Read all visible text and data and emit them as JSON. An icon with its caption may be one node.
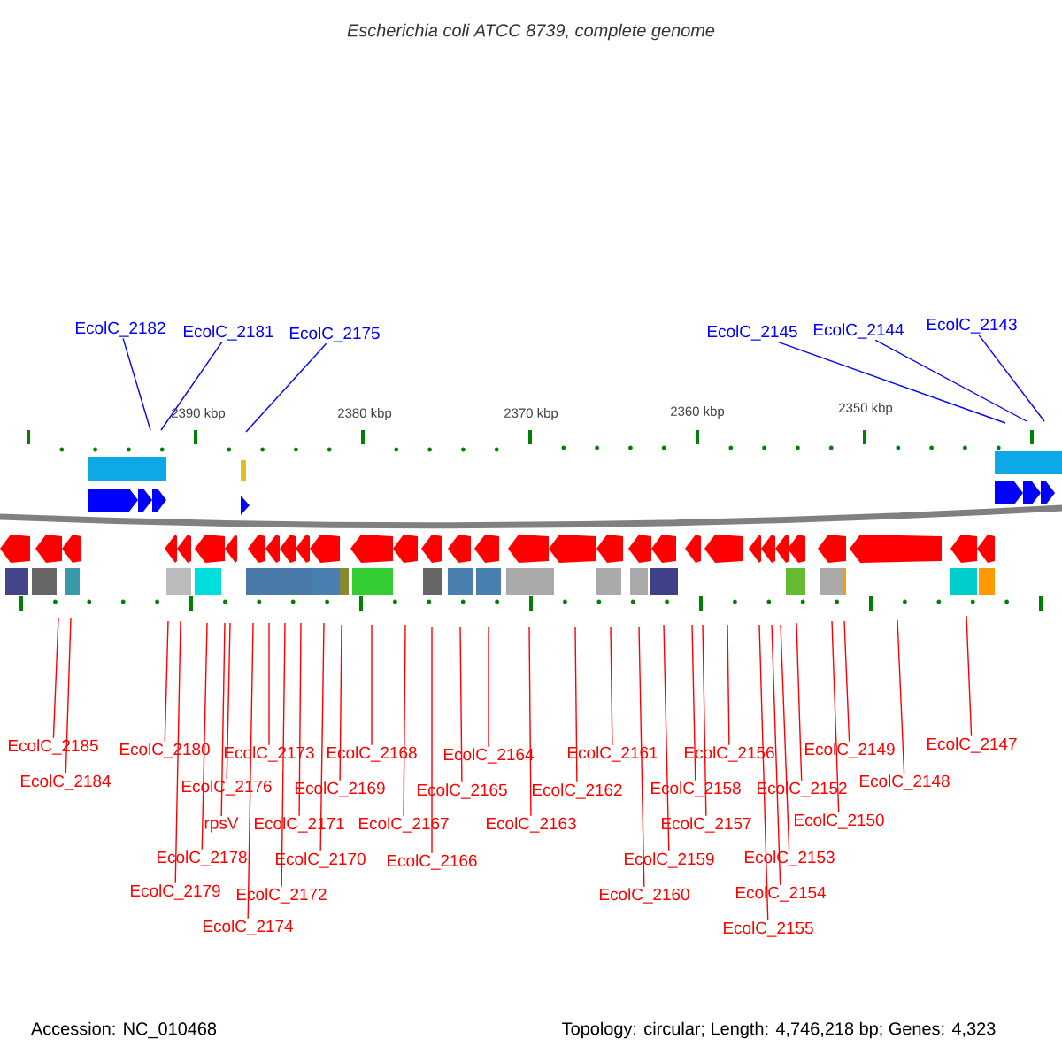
{
  "diagram": {
    "title": "Escherichia coli ATCC 8739, complete genome",
    "nodes": [
      {
        "text": [
          "EcolC_2182"
        ]
      },
      {
        "text": [
          "EcolC_2181"
        ]
      },
      {
        "text": [
          "EcolC_2175"
        ]
      },
      {
        "text": [
          "EcolC_2145"
        ]
      },
      {
        "text": [
          "EcolC_2144"
        ]
      },
      {
        "text": [
          "EcolC_2143"
        ]
      },
      {
        "text": [
          "EcolC_2185"
        ]
      },
      {
        "text": [
          "EcolC_2184"
        ]
      },
      {
        "text": [
          "EcolC_2180"
        ]
      },
      {
        "text": [
          "EcolC_2179"
        ]
      },
      {
        "text": [
          "EcolC_2178"
        ]
      },
      {
        "text": [
          "rpsV"
        ]
      },
      {
        "text": [
          "EcolC_2176"
        ]
      },
      {
        "text": [
          "EcolC_2174"
        ]
      },
      {
        "text": [
          "EcolC_2173"
        ]
      },
      {
        "text": [
          "EcolC_2172"
        ]
      },
      {
        "text": [
          "EcolC_2171"
        ]
      },
      {
        "text": [
          "EcolC_2170"
        ]
      },
      {
        "text": [
          "EcolC_2169"
        ]
      },
      {
        "text": [
          "EcolC_2168"
        ]
      },
      {
        "text": [
          "EcolC_2167"
        ]
      },
      {
        "text": [
          "EcolC_2166"
        ]
      },
      {
        "text": [
          "EcolC_2165"
        ]
      },
      {
        "text": [
          "EcolC_2164"
        ]
      },
      {
        "text": [
          "EcolC_2163"
        ]
      },
      {
        "text": [
          "EcolC_2162"
        ]
      },
      {
        "text": [
          "EcolC_2161"
        ]
      },
      {
        "text": [
          "EcolC_2160"
        ]
      },
      {
        "text": [
          "EcolC_2159"
        ]
      },
      {
        "text": [
          "EcolC_2158"
        ]
      },
      {
        "text": [
          "EcolC_2157"
        ]
      },
      {
        "text": [
          "EcolC_2156"
        ]
      },
      {
        "text": [
          "EcolC_2155"
        ]
      },
      {
        "text": [
          "EcolC_2154"
        ]
      },
      {
        "text": [
          "EcolC_2153"
        ]
      },
      {
        "text": [
          "EcolC_2152"
        ]
      },
      {
        "text": [
          "EcolC_2150"
        ]
      },
      {
        "text": [
          "EcolC_2149"
        ]
      },
      {
        "text": [
          "EcolC_2148"
        ]
      },
      {
        "text": [
          "EcolC_2147"
        ]
      }
    ],
    "edges": [
      {
        "from": 0,
        "to": null,
        "arrow": "none",
        "color": "#0000ff"
      },
      {
        "from": 1,
        "to": null,
        "arrow": "none",
        "color": "#0000ff"
      },
      {
        "from": 2,
        "to": null,
        "arrow": "none",
        "color": "#0000ff"
      },
      {
        "from": 3,
        "to": null,
        "arrow": "none",
        "color": "#0000ff"
      },
      {
        "from": 4,
        "to": null,
        "arrow": "none",
        "color": "#0000ff"
      },
      {
        "from": 5,
        "to": null,
        "arrow": "none",
        "color": "#0000ff"
      },
      {
        "from": 6,
        "to": null,
        "arrow": "none"
      },
      {
        "from": 7,
        "to": null,
        "arrow": "none"
      },
      {
        "from": 8,
        "to": null,
        "arrow": "none"
      },
      {
        "from": 9,
        "to": null,
        "arrow": "none"
      },
      {
        "from": 10,
        "to": null,
        "arrow": "none"
      },
      {
        "from": 11,
        "to": null,
        "arrow": "none"
      },
      {
        "from": 12,
        "to": null,
        "arrow": "none"
      },
      {
        "from": 13,
        "to": null,
        "arrow": "none"
      },
      {
        "from": 14,
        "to": null,
        "arrow": "none"
      },
      {
        "from": 15,
        "to": null,
        "arrow": "none"
      },
      {
        "from": 16,
        "to": null,
        "arrow": "none"
      },
      {
        "from": 17,
        "to": null,
        "arrow": "none"
      },
      {
        "from": 18,
        "to": null,
        "arrow": "none"
      },
      {
        "from": 19,
        "to": null,
        "arrow": "none"
      },
      {
        "from": 20,
        "to": null,
        "arrow": "none"
      },
      {
        "from": 21,
        "to": null,
        "arrow": "none"
      },
      {
        "from": 22,
        "to": null,
        "arrow": "none"
      },
      {
        "from": 23,
        "to": null,
        "arrow": "none"
      },
      {
        "from": 24,
        "to": null,
        "arrow": "none"
      },
      {
        "from": 25,
        "to": null,
        "arrow": "none"
      },
      {
        "from": 26,
        "to": null,
        "arrow": "none"
      },
      {
        "from": 27,
        "to": null,
        "arrow": "none"
      },
      {
        "from": 28,
        "to": null,
        "arrow": "none"
      },
      {
        "from": 29,
        "to": null,
        "arrow": "none"
      },
      {
        "from": 30,
        "to": null,
        "arrow": "none"
      },
      {
        "from": 31,
        "to": null,
        "arrow": "none"
      },
      {
        "from": 32,
        "to": null,
        "arrow": "none"
      },
      {
        "from": 33,
        "to": null,
        "arrow": "none"
      },
      {
        "from": 34,
        "to": null,
        "arrow": "none"
      },
      {
        "from": 35,
        "to": null,
        "arrow": "none"
      },
      {
        "from": 36,
        "to": null,
        "arrow": "none"
      },
      {
        "from": 37,
        "to": null,
        "arrow": "none"
      },
      {
        "from": 38,
        "to": null,
        "arrow": "none"
      },
      {
        "from": 39,
        "to": null,
        "arrow": "none"
      }
    ],
    "labels": [
      "2390 kbp",
      "2380 kbp",
      "2370 kbp",
      "2360 kbp",
      "2350 kbp",
      "Accession: NC_010468",
      "Topology: circular; Length: 4,746,218 bp; Genes: 4,323"
    ]
  }
}
